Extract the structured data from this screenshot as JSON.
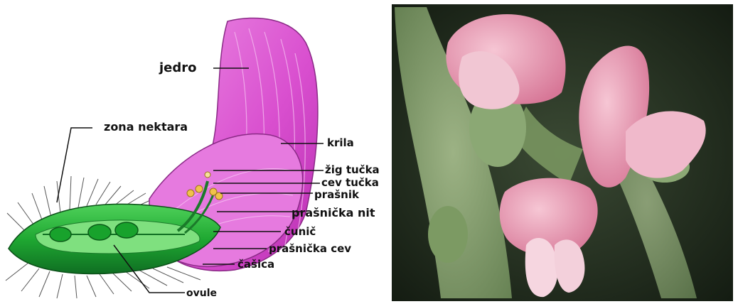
{
  "labels": {
    "jedro": "jedro",
    "zona_nektara": "zona nektara",
    "krila": "krila",
    "zig_tucka": "žig tučka",
    "cev_tucka": "cev tučka",
    "prasnik": "prašnik",
    "prasnicka_nit": "prašnička nit",
    "cunic": "čunič",
    "prasnicka_cev": "prašnička cev",
    "casica": "čašica",
    "ovule": "ovule"
  },
  "colors": {
    "petal": "#d94fcf",
    "petal_light": "#ef9ae8",
    "green": "#27b33a",
    "green_dark": "#0f6e22",
    "photo_bg": "#1f2c1c",
    "flower_pink": "#e58aa7"
  }
}
